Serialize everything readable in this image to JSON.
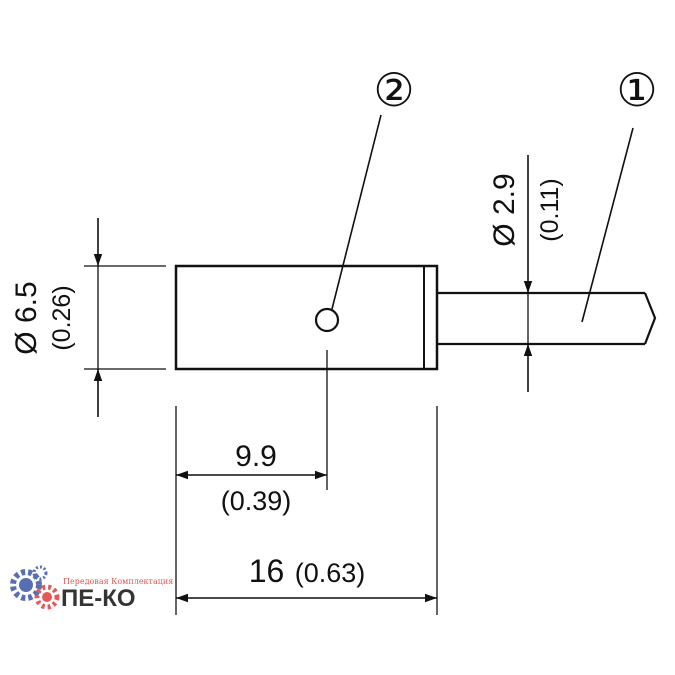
{
  "drawing": {
    "callouts": [
      {
        "id": "1",
        "symbol": "①"
      },
      {
        "id": "2",
        "symbol": "②"
      }
    ],
    "dimensions": {
      "body_diameter": {
        "main": "Ø 6.5",
        "imperial": "(0.26)"
      },
      "cable_diameter": {
        "main": "Ø 2.9",
        "imperial": "(0.11)"
      },
      "led_offset": {
        "main": "9.9",
        "imperial": "(0.39)"
      },
      "body_length": {
        "main": "16",
        "imperial": "(0.63)"
      }
    }
  },
  "watermark": {
    "tagline": "Передовая Комплектация",
    "brand": "ПЕ-КО",
    "colors": {
      "gear_blue": "#3a55a8",
      "gear_red": "#e23b3b",
      "text_blue": "#2c3e99",
      "tagline_red": "#d33"
    }
  }
}
